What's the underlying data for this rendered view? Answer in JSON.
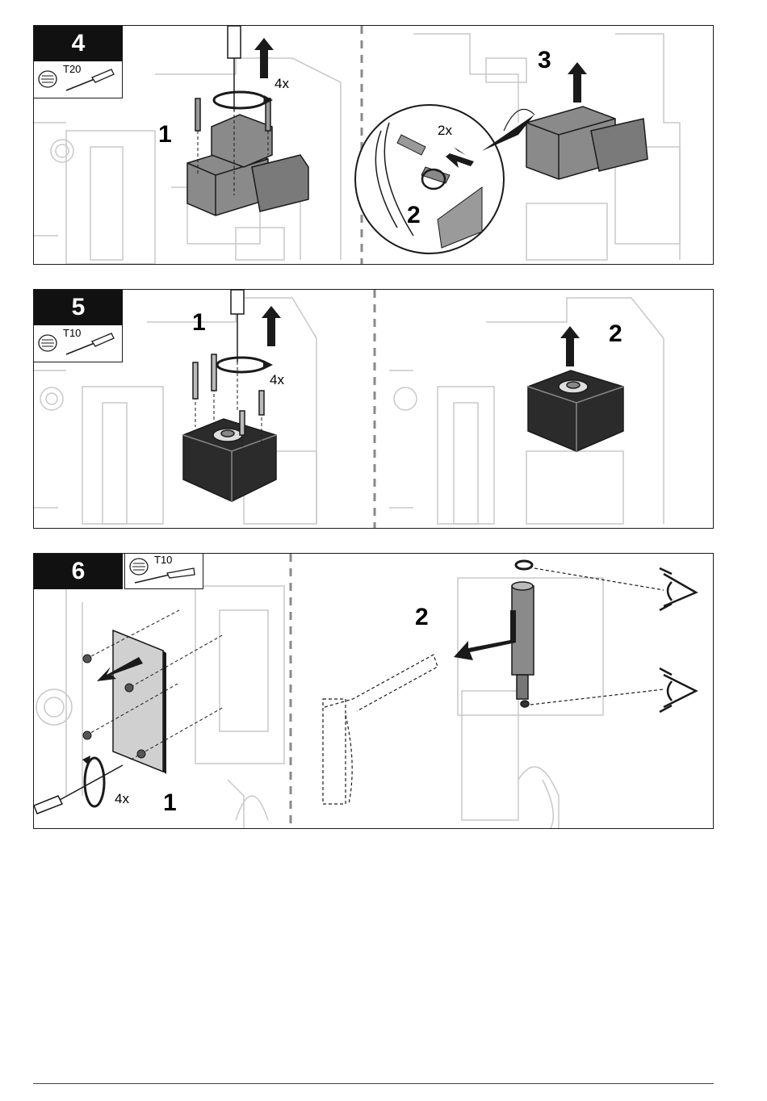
{
  "steps": [
    {
      "number": "4",
      "tool": "T20",
      "left_callouts": {
        "step": "1",
        "multiplier": "4x"
      },
      "right_callouts": {
        "step2": "2",
        "step3": "3",
        "multiplier": "2x"
      }
    },
    {
      "number": "5",
      "tool": "T10",
      "left_callouts": {
        "step": "1",
        "multiplier": "4x"
      },
      "right_callouts": {
        "step": "2"
      }
    },
    {
      "number": "6",
      "tool": "T10",
      "left_callouts": {
        "step": "1",
        "multiplier": "4x"
      },
      "right_callouts": {
        "step": "2"
      }
    }
  ],
  "colors": {
    "line": "#1a1a1a",
    "ghost": "#c8c8c8",
    "part": "#7a7a7a",
    "dark_part": "#2b2b2b"
  }
}
